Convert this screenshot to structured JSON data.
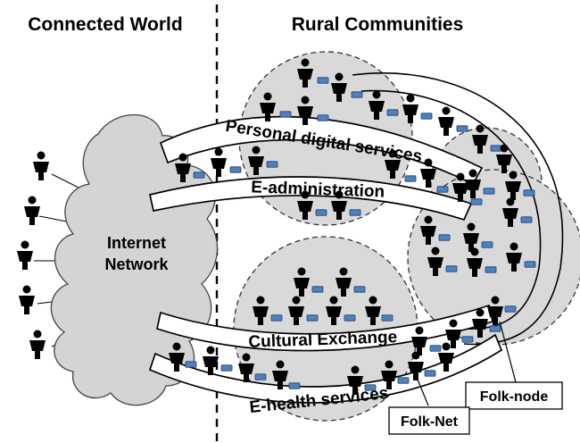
{
  "headers": {
    "left": "Connected World",
    "right": "Rural Communities"
  },
  "cloud": {
    "line1": "Internet",
    "line2": "Network"
  },
  "channels": [
    "Personal digital services",
    "E-administration",
    "Cultural Exchange",
    "E-health services"
  ],
  "callouts": {
    "folk_node": "Folk-node",
    "folk_net": "Folk-Net"
  },
  "colors": {
    "community_fill": "#d9d9d9",
    "cloud_fill": "#d4d4d4",
    "device": "#4f81bd",
    "person": "#000000"
  },
  "icons": [
    "person-icon",
    "device-icon",
    "cloud-icon"
  ]
}
